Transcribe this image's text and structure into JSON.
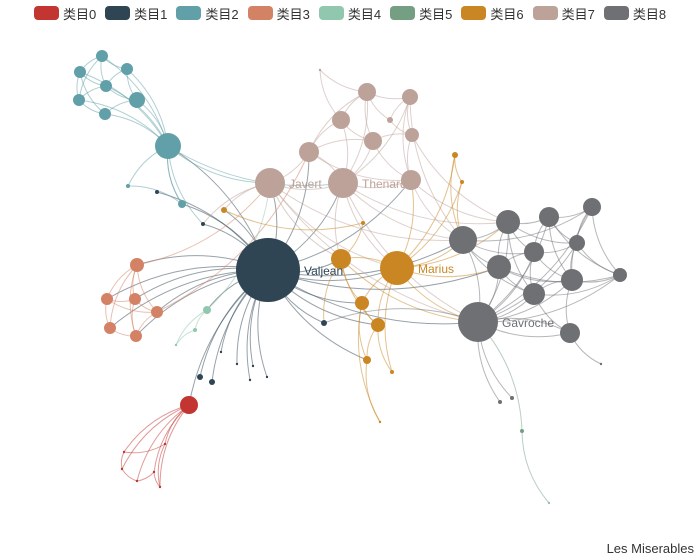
{
  "chart_data": {
    "type": "graph",
    "title": "",
    "source_label": "Les Miserables",
    "categories": [
      {
        "name": "类目0",
        "color": "#c23531"
      },
      {
        "name": "类目1",
        "color": "#2f4554"
      },
      {
        "name": "类目2",
        "color": "#61a0a8"
      },
      {
        "name": "类目3",
        "color": "#d48265"
      },
      {
        "name": "类目4",
        "color": "#91c7ae"
      },
      {
        "name": "类目5",
        "color": "#749f83"
      },
      {
        "name": "类目6",
        "color": "#ca8622"
      },
      {
        "name": "类目7",
        "color": "#bda29a"
      },
      {
        "name": "类目8",
        "color": "#6e7074"
      }
    ],
    "labeled_nodes": [
      "Valjean",
      "Marius",
      "Javert",
      "Thenardier",
      "Gavroche"
    ]
  }
}
